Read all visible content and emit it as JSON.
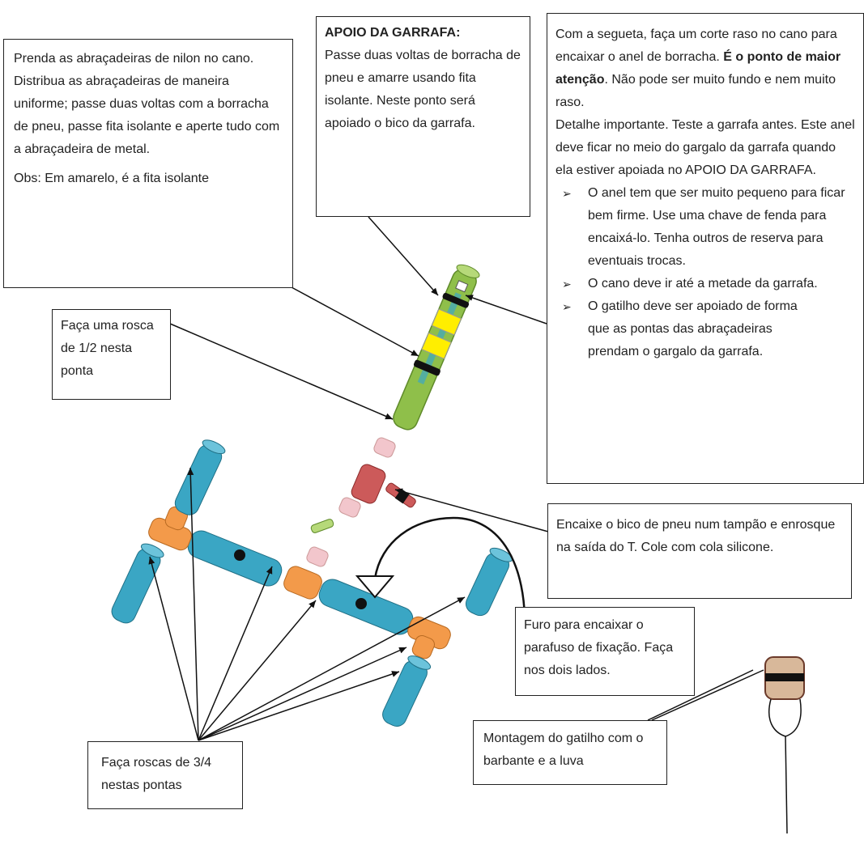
{
  "box_clamps": {
    "text": "Prenda as abraçadeiras de nilon no cano. Distribua as abraçadeiras de maneira uniforme; passe duas voltas com a borracha de pneu, passe fita isolante e aperte tudo com a abraçadeira de metal.",
    "note": "Obs: Em amarelo, é a fita isolante"
  },
  "box_support": {
    "title": "APOIO DA GARRAFA:",
    "text": "Passe duas voltas de borracha de pneu e amarre usando fita isolante. Neste ponto será apoiado o bico da garrafa."
  },
  "box_cut": {
    "line1_pre": "Com a segueta, faça um corte raso no cano para encaixar o anel de borracha. ",
    "line1_bold": "É o ponto de maior atenção",
    "line1_post": ". Não pode ser muito fundo e nem muito raso.",
    "line2": "Detalhe importante. Teste a garrafa antes. Este anel deve ficar no meio do gargalo da garrafa quando ela estiver apoiada no APOIO DA GARRAFA.",
    "bullets": [
      "O anel tem que ser muito pequeno para ficar bem firme. Use uma chave de fenda para encaixá-lo. Tenha outros de reserva para eventuais trocas.",
      "O cano deve ir até a metade da garrafa.",
      "O gatilho deve ser apoiado de forma que as pontas das abraçadeiras prendam o gargalo da garrafa."
    ],
    "bullet_symbol": "➢"
  },
  "box_thread_half": {
    "text": "Faça uma rosca de 1/2 nesta ponta"
  },
  "box_valve": {
    "text": "Encaixe o bico de pneu num tampão e enrosque na saída do T. Cole com cola silicone."
  },
  "box_hole": {
    "text": "Furo para encaixar o parafuso de fixação. Faça nos dois lados."
  },
  "box_trigger": {
    "text": "Montagem do gatilho com o barbante e a luva"
  },
  "box_thread_34": {
    "text": "Faça roscas de 3/4 nestas pontas"
  },
  "colors": {
    "pipe_blue": "#3aa6c4",
    "pipe_green": "#8fbf4a",
    "fitting_orange": "#f39a4a",
    "fitting_red": "#cc5a5a",
    "fitting_pink": "#f2c6cc",
    "tape_yellow": "#ffee00",
    "bottle_tan": "#d8b89a"
  }
}
